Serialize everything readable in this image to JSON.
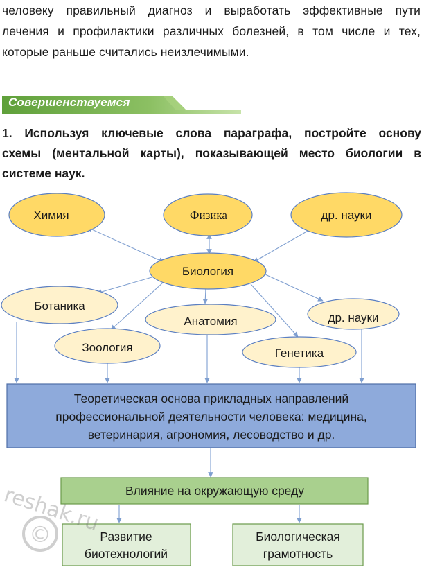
{
  "intro": {
    "lines": [
      "человеку правильный диагноз и выработать эффективные пути",
      "лечения и профилактики различных болезней, в том числе и тех,",
      "которые раньше считались неизлечимыми."
    ]
  },
  "section": {
    "title": "Совершенствуемся"
  },
  "task": {
    "lines": [
      "1. Используя ключевые слова параграфа, постройте основу",
      "схемы (ментальной карты), показывающей место биологии в",
      "системе наук."
    ]
  },
  "diagram": {
    "top_nodes": [
      "Химия",
      "Физика",
      "др. науки"
    ],
    "center": "Биология",
    "branches": [
      "Ботаника",
      "Анатомия",
      "др. науки",
      "Зоология",
      "Генетика"
    ],
    "main_box": [
      "Теоретическая основа прикладных направлений",
      "профессиональной деятельности человека: медицина,",
      "ветеринария, агрономия, лесоводство и др."
    ],
    "influence": "Влияние на окружающую среду",
    "outcome_left": [
      "Развитие",
      "биотехнологий"
    ],
    "outcome_right": [
      "Биологическая",
      "грамотность"
    ]
  },
  "watermark": {
    "text": "reshak.ru",
    "symbol": "©"
  },
  "colors": {
    "ellipse_gold": "#ffd966",
    "ellipse_light": "#fff2cc",
    "box_blue": "#8eaadb",
    "box_green": "#a9d08e",
    "box_light_green": "#e2efda",
    "banner_green": "#70ad47",
    "arrow": "#7f9fd0"
  }
}
